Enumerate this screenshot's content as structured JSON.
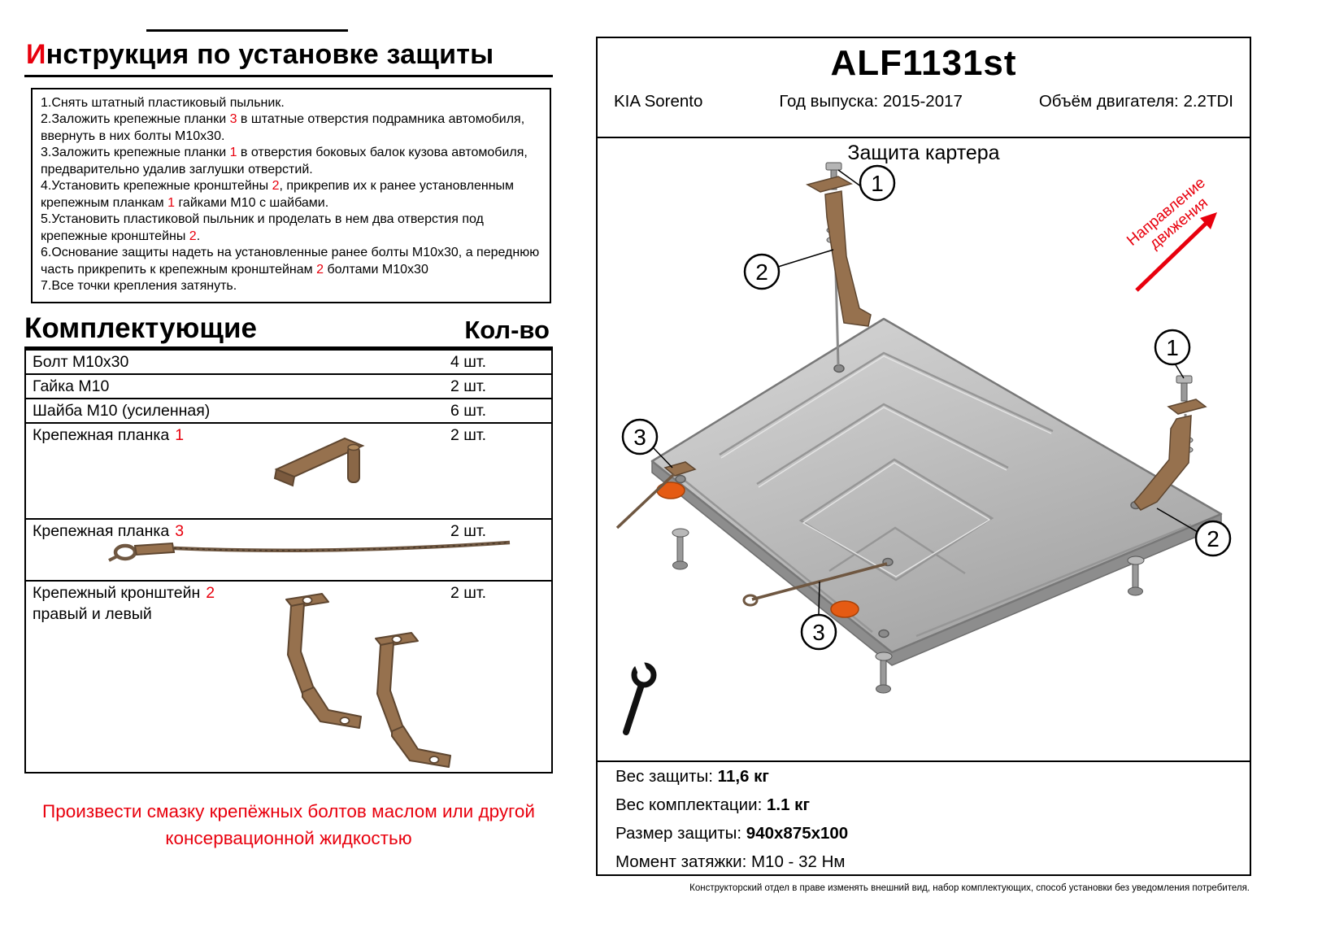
{
  "colors": {
    "accent_red": "#e8000d",
    "bracket_brown": "#96714e",
    "plate_gray": "#bdbdbd",
    "pad_orange": "#e55b13"
  },
  "left": {
    "title_first": "И",
    "title_rest": "нструкция по установке защиты",
    "instructions": [
      [
        {
          "t": "1.Снять штатный пластиковый пыльник."
        }
      ],
      [
        {
          "t": "2.Заложить крепежные планки "
        },
        {
          "t": "3",
          "red": true
        },
        {
          "t": " в штатные отверстия подрамника автомобиля, ввернуть в них болты М10х30."
        }
      ],
      [
        {
          "t": "3.Заложить крепежные планки "
        },
        {
          "t": "1",
          "red": true
        },
        {
          "t": " в отверстия боковых балок кузова автомобиля, предварительно удалив заглушки отверстий."
        }
      ],
      [
        {
          "t": "4.Установить крепежные кронштейны "
        },
        {
          "t": "2",
          "red": true
        },
        {
          "t": ", прикрепив их к ранее установленным крепежным планкам "
        },
        {
          "t": "1",
          "red": true
        },
        {
          "t": " гайками М10 с шайбами."
        }
      ],
      [
        {
          "t": "5.Установить пластиковой пыльник и проделать в нем два отверстия под крепежные кронштейны "
        },
        {
          "t": "2",
          "red": true
        },
        {
          "t": "."
        }
      ],
      [
        {
          "t": "6.Основание защиты надеть на установленные ранее болты М10х30, а переднюю часть прикрепить к крепежным кронштейнам "
        },
        {
          "t": "2",
          "red": true
        },
        {
          "t": " болтами М10х30"
        }
      ],
      [
        {
          "t": "7.Все точки крепления затянуть."
        }
      ]
    ],
    "components_header": "Комплектующие",
    "qty_header": "Кол-во",
    "components": [
      {
        "name": "Болт М10х30",
        "qty": "4 шт."
      },
      {
        "name": "Гайка М10",
        "qty": "2 шт."
      },
      {
        "name": "Шайба М10 (усиленная)",
        "qty": "6 шт."
      },
      {
        "name": "Крепежная планка",
        "ref": "1",
        "qty": "2 шт."
      },
      {
        "name": "Крепежная планка",
        "ref": "3",
        "qty": "2 шт."
      },
      {
        "name": "Крепежный кронштейн",
        "ref": "2",
        "suffix": "правый и левый",
        "qty": "2 шт."
      }
    ],
    "note": "Произвести смазку крепёжных болтов маслом или другой консервационной жидкостью"
  },
  "right": {
    "part_number": "ALF1131st",
    "car_model": "KIA Sorento",
    "production_years": "Год выпуска: 2015-2017",
    "engine": "Объём двигателя: 2.2TDI",
    "diagram_title": "Защита картера",
    "direction_line1": "Направление",
    "direction_line2": "движения",
    "callouts": [
      "1",
      "2",
      "3",
      "1",
      "2",
      "3"
    ],
    "icons": {
      "wrench": "wrench-icon",
      "direction_arrow": "arrow-up-right"
    },
    "specs": [
      {
        "label": "Вес защиты:",
        "value": "11,6 кг"
      },
      {
        "label": "Вес комплектации:",
        "value": "1.1 кг"
      },
      {
        "label": "Размер защиты:",
        "value": "940х875х100"
      },
      {
        "label": "Момент затяжки:",
        "value": "М10 - 32 Нм"
      }
    ]
  },
  "footer": "Конструкторский отдел в праве изменять внешний вид, набор комплектующих, способ установки без уведомления потребителя."
}
